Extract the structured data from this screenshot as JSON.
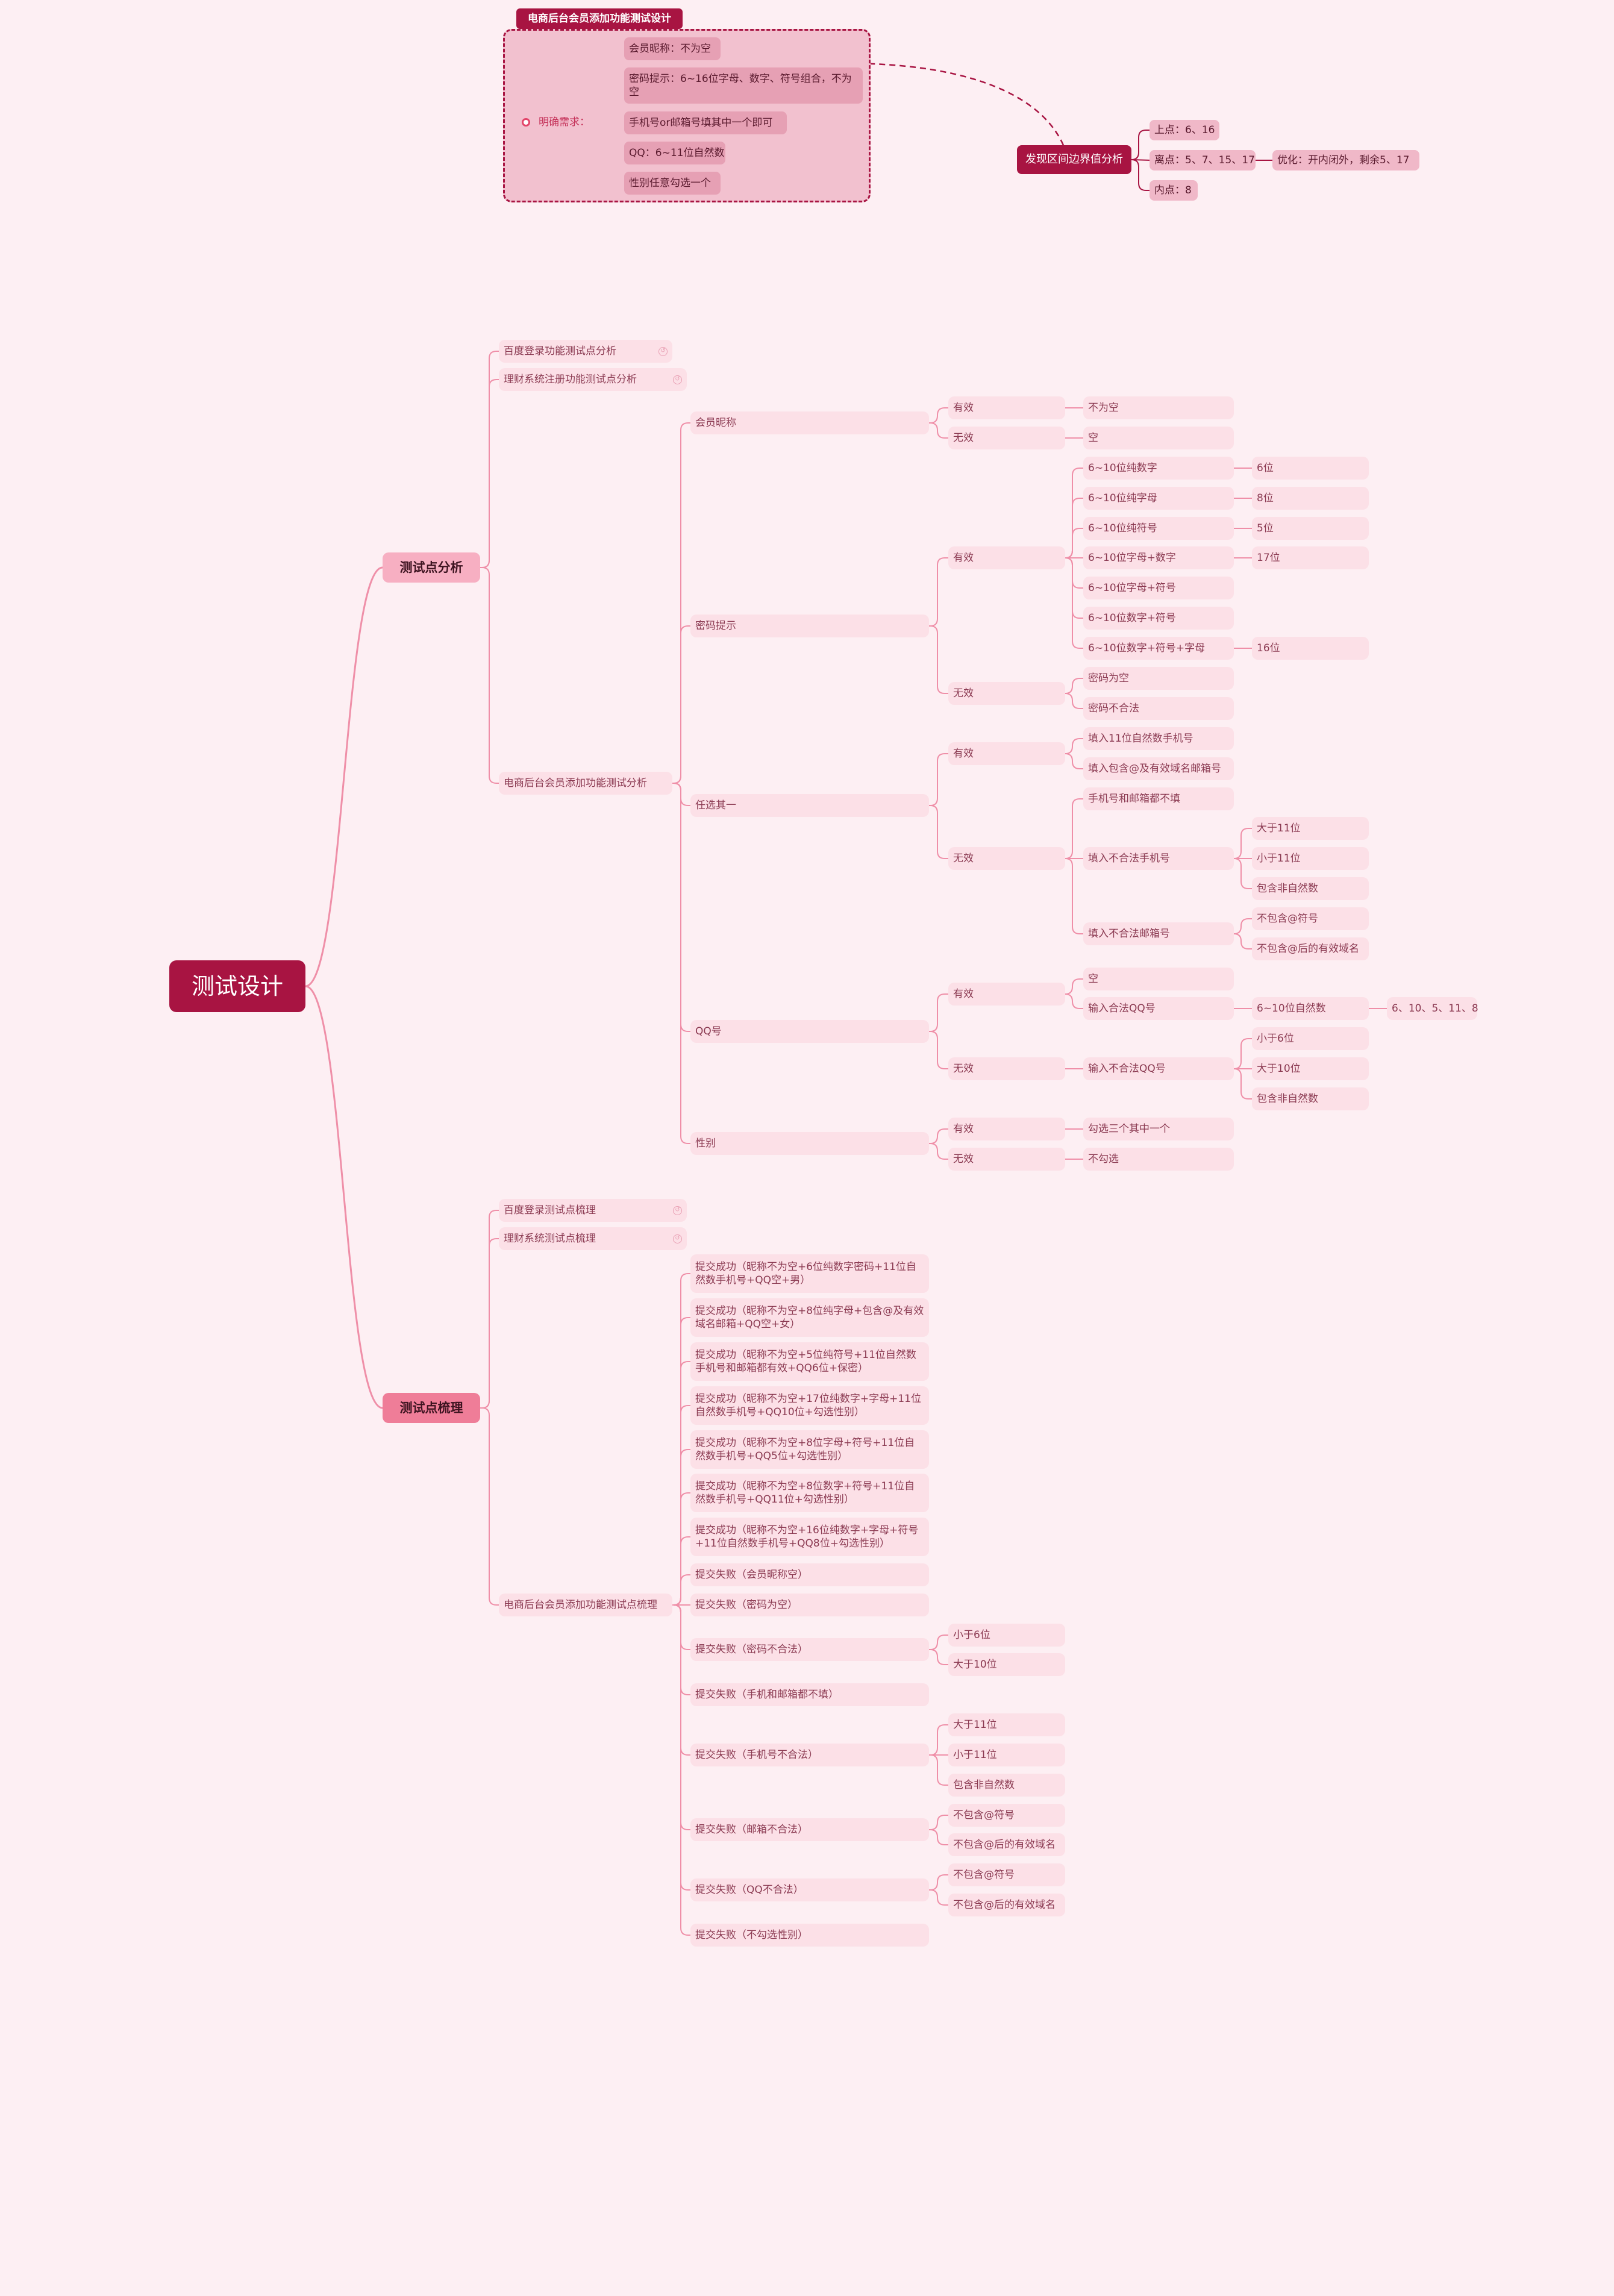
{
  "title": "测试设计",
  "box": {
    "label": "电商后台会员添加功能测试设计",
    "need": "明确需求：",
    "items": [
      "会员昵称：不为空",
      "密码提示：6~16位字母、数字、符号组合，不为空",
      "手机号or邮箱号填其中一个即可",
      "QQ：6~11位自然数",
      "性别任意勾选一个"
    ]
  },
  "boundary": {
    "title": "发现区间边界值分析",
    "points": [
      "上点：6、16",
      "离点：5、7、15、17",
      "内点：8"
    ],
    "optimize": "优化：开内闭外，剩余5、17"
  },
  "branch1": {
    "label": "测试点分析",
    "refs": [
      "百度登录功能测试点分析",
      "理财系统注册功能测试点分析"
    ],
    "sub": "电商后台会员添加功能测试分析",
    "fields": [
      "会员昵称",
      "密码提示",
      "任选其一",
      "QQ号",
      "性别"
    ],
    "valid": "有效",
    "invalid": "无效",
    "nick_valid": "不为空",
    "nick_invalid": "空",
    "pwd_valid": [
      "6~10位纯数字",
      "6~10位纯字母",
      "6~10位纯符号",
      "6~10位字母+数字",
      "6~10位字母+符号",
      "6~10位数字+符号",
      "6~10位数字+符号+字母"
    ],
    "pwd_len": [
      "6位",
      "8位",
      "5位",
      "17位",
      "16位"
    ],
    "pwd_invalid": [
      "密码为空",
      "密码不合法"
    ],
    "any_valid": [
      "填入11位自然数手机号",
      "填入包含@及有效域名邮箱号"
    ],
    "any_invalid": [
      "手机号和邮箱都不填",
      "填入不合法手机号",
      "填入不合法邮箱号"
    ],
    "phone_bad": [
      "大于11位",
      "小于11位",
      "包含非自然数"
    ],
    "email_bad": [
      "不包含@符号",
      "不包含@后的有效域名"
    ],
    "qq_valid": [
      "空",
      "输入合法QQ号"
    ],
    "qq_nat": "6~10位自然数",
    "qq_vals": "6、10、5、11、8",
    "qq_invalid": "输入不合法QQ号",
    "qq_bad": [
      "小于6位",
      "大于10位",
      "包含非自然数"
    ],
    "sex_valid": "勾选三个其中一个",
    "sex_invalid": "不勾选"
  },
  "branch2": {
    "label": "测试点梳理",
    "refs": [
      "百度登录测试点梳理",
      "理财系统测试点梳理"
    ],
    "sub": "电商后台会员添加功能测试点梳理",
    "success": [
      "提交成功（昵称不为空+6位纯数字密码+11位自然数手机号+QQ空+男）",
      "提交成功（昵称不为空+8位纯字母+包含@及有效域名邮箱+QQ空+女）",
      "提交成功（昵称不为空+5位纯符号+11位自然数手机号和邮箱都有效+QQ6位+保密）",
      "提交成功（昵称不为空+17位纯数字+字母+11位自然数手机号+QQ10位+勾选性别）",
      "提交成功（昵称不为空+8位字母+符号+11位自然数手机号+QQ5位+勾选性别）",
      "提交成功（昵称不为空+8位数字+符号+11位自然数手机号+QQ11位+勾选性别）",
      "提交成功（昵称不为空+16位纯数字+字母+符号+11位自然数手机号+QQ8位+勾选性别）"
    ],
    "fail": [
      "提交失败（会员昵称空）",
      "提交失败（密码为空）",
      "提交失败（密码不合法）",
      "提交失败（手机和邮箱都不填）",
      "提交失败（手机号不合法）",
      "提交失败（邮箱不合法）",
      "提交失败（QQ不合法）",
      "提交失败（不勾选性别）"
    ],
    "pwd_bad": [
      "小于6位",
      "大于10位"
    ],
    "phone_bad": [
      "大于11位",
      "小于11位",
      "包含非自然数"
    ],
    "email_bad": [
      "不包含@符号",
      "不包含@后的有效域名"
    ],
    "qq_bad": [
      "不包含@符号",
      "不包含@后的有效域名"
    ]
  },
  "colors": {
    "root": "#a81442",
    "line": "#ef8fa8",
    "bg": "#fdeff3",
    "leaf": "#fce0e7"
  }
}
